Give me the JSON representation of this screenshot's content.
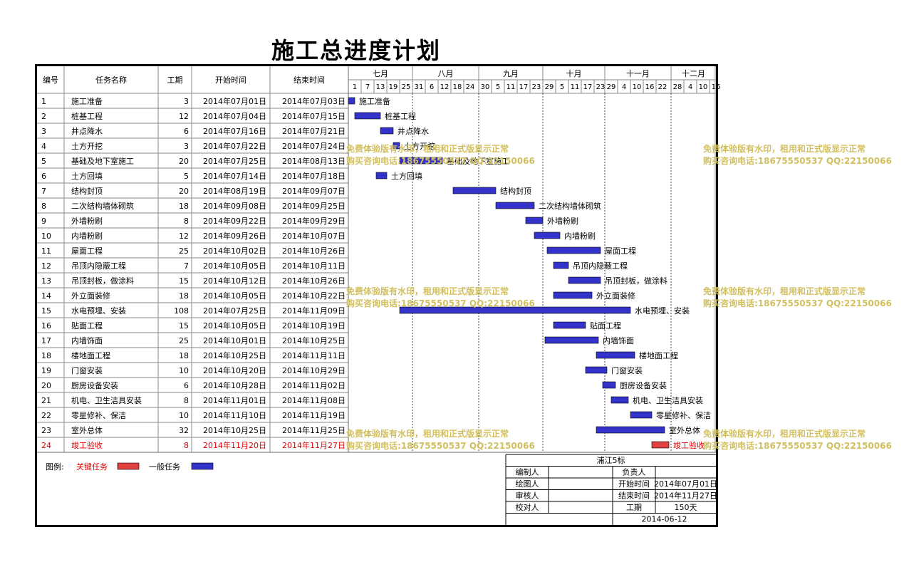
{
  "title": "施工总进度计划",
  "headers": {
    "id": "编号",
    "name": "任务名称",
    "duration": "工期",
    "start": "开始时间",
    "end": "结束时间"
  },
  "months": [
    {
      "label": "七月",
      "days": [
        "1",
        "7",
        "13",
        "19",
        "25"
      ]
    },
    {
      "label": "八月",
      "days": [
        "31",
        "6",
        "12",
        "18",
        "24"
      ]
    },
    {
      "label": "九月",
      "days": [
        "30",
        "5",
        "11",
        "17",
        "23"
      ]
    },
    {
      "label": "十月",
      "days": [
        "29",
        "5",
        "11",
        "17",
        "23"
      ]
    },
    {
      "label": "十一月",
      "days": [
        "29",
        "4",
        "10",
        "16",
        "22"
      ]
    },
    {
      "label": "十二月",
      "days": [
        "28",
        "4",
        "10",
        "16"
      ]
    }
  ],
  "chart_data": {
    "type": "gantt",
    "x_range": [
      "2014-07-01",
      "2014-12-21"
    ],
    "tasks": [
      {
        "id": "1",
        "name": "施工准备",
        "duration": "3",
        "start": "2014年07月01日",
        "end": "2014年07月03日",
        "s": "2014-07-01",
        "e": "2014-07-03",
        "critical": false
      },
      {
        "id": "2",
        "name": "桩基工程",
        "duration": "12",
        "start": "2014年07月04日",
        "end": "2014年07月15日",
        "s": "2014-07-04",
        "e": "2014-07-15",
        "critical": false
      },
      {
        "id": "3",
        "name": "井点降水",
        "duration": "6",
        "start": "2014年07月16日",
        "end": "2014年07月21日",
        "s": "2014-07-16",
        "e": "2014-07-21",
        "critical": false
      },
      {
        "id": "4",
        "name": "土方开挖",
        "duration": "3",
        "start": "2014年07月22日",
        "end": "2014年07月24日",
        "s": "2014-07-22",
        "e": "2014-07-24",
        "critical": false
      },
      {
        "id": "5",
        "name": "基础及地下室施工",
        "duration": "20",
        "start": "2014年07月25日",
        "end": "2014年08月13日",
        "s": "2014-07-25",
        "e": "2014-08-13",
        "critical": false
      },
      {
        "id": "6",
        "name": "土方回填",
        "duration": "5",
        "start": "2014年07月14日",
        "end": "2014年07月18日",
        "s": "2014-07-14",
        "e": "2014-07-18",
        "critical": false
      },
      {
        "id": "7",
        "name": "结构封顶",
        "duration": "20",
        "start": "2014年08月19日",
        "end": "2014年09月07日",
        "s": "2014-08-19",
        "e": "2014-09-07",
        "critical": false
      },
      {
        "id": "8",
        "name": "二次结构墙体砌筑",
        "duration": "18",
        "start": "2014年09月08日",
        "end": "2014年09月25日",
        "s": "2014-09-08",
        "e": "2014-09-25",
        "critical": false
      },
      {
        "id": "9",
        "name": "外墙粉刷",
        "duration": "8",
        "start": "2014年09月22日",
        "end": "2014年09月29日",
        "s": "2014-09-22",
        "e": "2014-09-29",
        "critical": false
      },
      {
        "id": "10",
        "name": "内墙粉刷",
        "duration": "12",
        "start": "2014年09月26日",
        "end": "2014年10月07日",
        "s": "2014-09-26",
        "e": "2014-10-07",
        "critical": false
      },
      {
        "id": "11",
        "name": "屋面工程",
        "duration": "25",
        "start": "2014年10月02日",
        "end": "2014年10月26日",
        "s": "2014-10-02",
        "e": "2014-10-26",
        "critical": false
      },
      {
        "id": "12",
        "name": "吊顶内隐蔽工程",
        "duration": "7",
        "start": "2014年10月05日",
        "end": "2014年10月11日",
        "s": "2014-10-05",
        "e": "2014-10-11",
        "critical": false
      },
      {
        "id": "13",
        "name": "吊顶封板，做涂料",
        "duration": "15",
        "start": "2014年10月12日",
        "end": "2014年10月26日",
        "s": "2014-10-12",
        "e": "2014-10-26",
        "critical": false
      },
      {
        "id": "14",
        "name": "外立面装修",
        "duration": "18",
        "start": "2014年10月05日",
        "end": "2014年10月22日",
        "s": "2014-10-05",
        "e": "2014-10-22",
        "critical": false
      },
      {
        "id": "15",
        "name": "水电预埋、安装",
        "duration": "108",
        "start": "2014年07月25日",
        "end": "2014年11月09日",
        "s": "2014-07-25",
        "e": "2014-11-09",
        "critical": false
      },
      {
        "id": "16",
        "name": "贴面工程",
        "duration": "15",
        "start": "2014年10月05日",
        "end": "2014年10月19日",
        "s": "2014-10-05",
        "e": "2014-10-19",
        "critical": false
      },
      {
        "id": "17",
        "name": "内墙饰面",
        "duration": "25",
        "start": "2014年10月01日",
        "end": "2014年10月25日",
        "s": "2014-10-01",
        "e": "2014-10-25",
        "critical": false
      },
      {
        "id": "18",
        "name": "楼地面工程",
        "duration": "18",
        "start": "2014年10月25日",
        "end": "2014年11月11日",
        "s": "2014-10-25",
        "e": "2014-11-11",
        "critical": false
      },
      {
        "id": "19",
        "name": "门窗安装",
        "duration": "10",
        "start": "2014年10月20日",
        "end": "2014年10月29日",
        "s": "2014-10-20",
        "e": "2014-10-29",
        "critical": false
      },
      {
        "id": "20",
        "name": "厨房设备安装",
        "duration": "6",
        "start": "2014年10月28日",
        "end": "2014年11月02日",
        "s": "2014-10-28",
        "e": "2014-11-02",
        "critical": false
      },
      {
        "id": "21",
        "name": "机电、卫生洁具安装",
        "duration": "8",
        "start": "2014年11月01日",
        "end": "2014年11月08日",
        "s": "2014-11-01",
        "e": "2014-11-08",
        "critical": false
      },
      {
        "id": "22",
        "name": "零星修补、保洁",
        "duration": "10",
        "start": "2014年11月10日",
        "end": "2014年11月19日",
        "s": "2014-11-10",
        "e": "2014-11-19",
        "critical": false
      },
      {
        "id": "23",
        "name": "室外总体",
        "duration": "32",
        "start": "2014年10月25日",
        "end": "2014年11月25日",
        "s": "2014-10-25",
        "e": "2014-11-25",
        "critical": false
      },
      {
        "id": "24",
        "name": "竣工验收",
        "duration": "8",
        "start": "2014年11月20日",
        "end": "2014年11月27日",
        "s": "2014-11-20",
        "e": "2014-11-27",
        "critical": true
      }
    ]
  },
  "legend": {
    "label": "图例:",
    "critical": "关键任务",
    "normal": "一般任务"
  },
  "colors": {
    "normal_bar": "#3333cc",
    "critical_bar": "#e04040",
    "critical_text": "#e00000",
    "watermark": "#d2c060"
  },
  "info": {
    "project": "浦江5标",
    "compiler_label": "编制人",
    "owner_label": "负责人",
    "drafter_label": "绘图人",
    "start_label": "开始时间",
    "start_value": "2014年07月01日",
    "reviewer_label": "审核人",
    "end_label": "结束时间",
    "end_value": "2014年11月27日",
    "checker_label": "校对人",
    "duration_label": "工期",
    "duration_value": "150天",
    "date": "2014-06-12"
  },
  "watermark": {
    "line1": "免费体验版有水印，租用和正式版显示正常",
    "line2": "购买咨询电话:18675550537 QQ:22150066"
  }
}
